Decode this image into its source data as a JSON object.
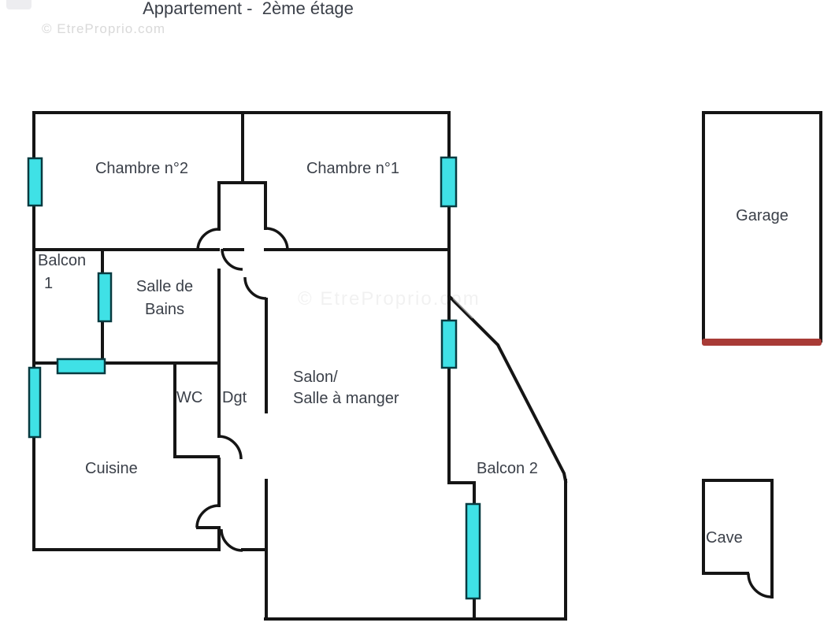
{
  "title": "Appartement -  2ème étage",
  "watermarks": {
    "top_left": "© EtreProprio.com",
    "center": "© EtreProprio.com"
  },
  "rooms": {
    "chambre2": "Chambre n°2",
    "chambre1": "Chambre n°1",
    "balcon1_line1": "Balcon",
    "balcon1_line2": "1",
    "salle_de_bains": "Salle de\nBains",
    "wc": "WC",
    "dgt": "Dgt",
    "salon": "Salon/\nSalle à manger",
    "cuisine": "Cuisine",
    "balcon2": "Balcon 2",
    "garage": "Garage",
    "cave": "Cave"
  },
  "colors": {
    "wall": "#151515",
    "window_fill": "#3FE1E6",
    "window_stroke": "#073A40",
    "garage_door": "#A83B36",
    "label_text": "#3B4049",
    "watermark": "#D9D9D9"
  }
}
